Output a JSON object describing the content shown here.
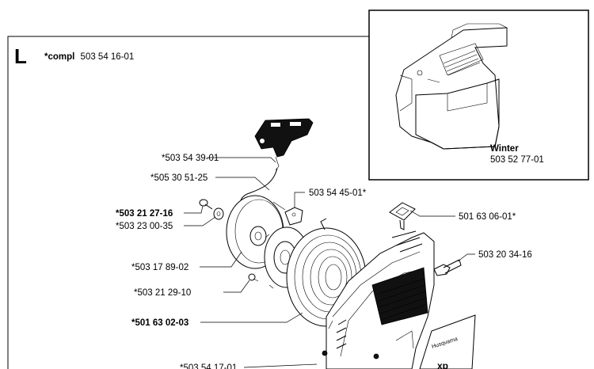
{
  "section": {
    "letter": "L",
    "compl_label": "*compl",
    "compl_number": "503 54 16-01"
  },
  "inset": {
    "title": "Winter",
    "number": "503 52 77-01"
  },
  "cover_text": {
    "brand": "Husqvarna",
    "model": "xp"
  },
  "parts": [
    {
      "id": "handle",
      "number": "*503 54 39-01",
      "bold": false
    },
    {
      "id": "cord",
      "number": "*505 30 51-25",
      "bold": false
    },
    {
      "id": "screw",
      "number": "*503 21 27-16",
      "bold": true
    },
    {
      "id": "washer",
      "number": "*503 23 00-35",
      "bold": false
    },
    {
      "id": "pulley",
      "number": "*503 17 89-02",
      "bold": false
    },
    {
      "id": "small-screw",
      "number": "*503 21 29-10",
      "bold": false
    },
    {
      "id": "spring",
      "number": "*501 63 02-03",
      "bold": true
    },
    {
      "id": "housing-part",
      "number": "*503 54 17-01",
      "bold": false
    },
    {
      "id": "pawl-bracket",
      "number": "503 54 45-01*",
      "bold": false
    },
    {
      "id": "cover-plate",
      "number": "501 63 06-01*",
      "bold": false
    },
    {
      "id": "bolt",
      "number": "503 20 34-16",
      "bold": false
    }
  ]
}
